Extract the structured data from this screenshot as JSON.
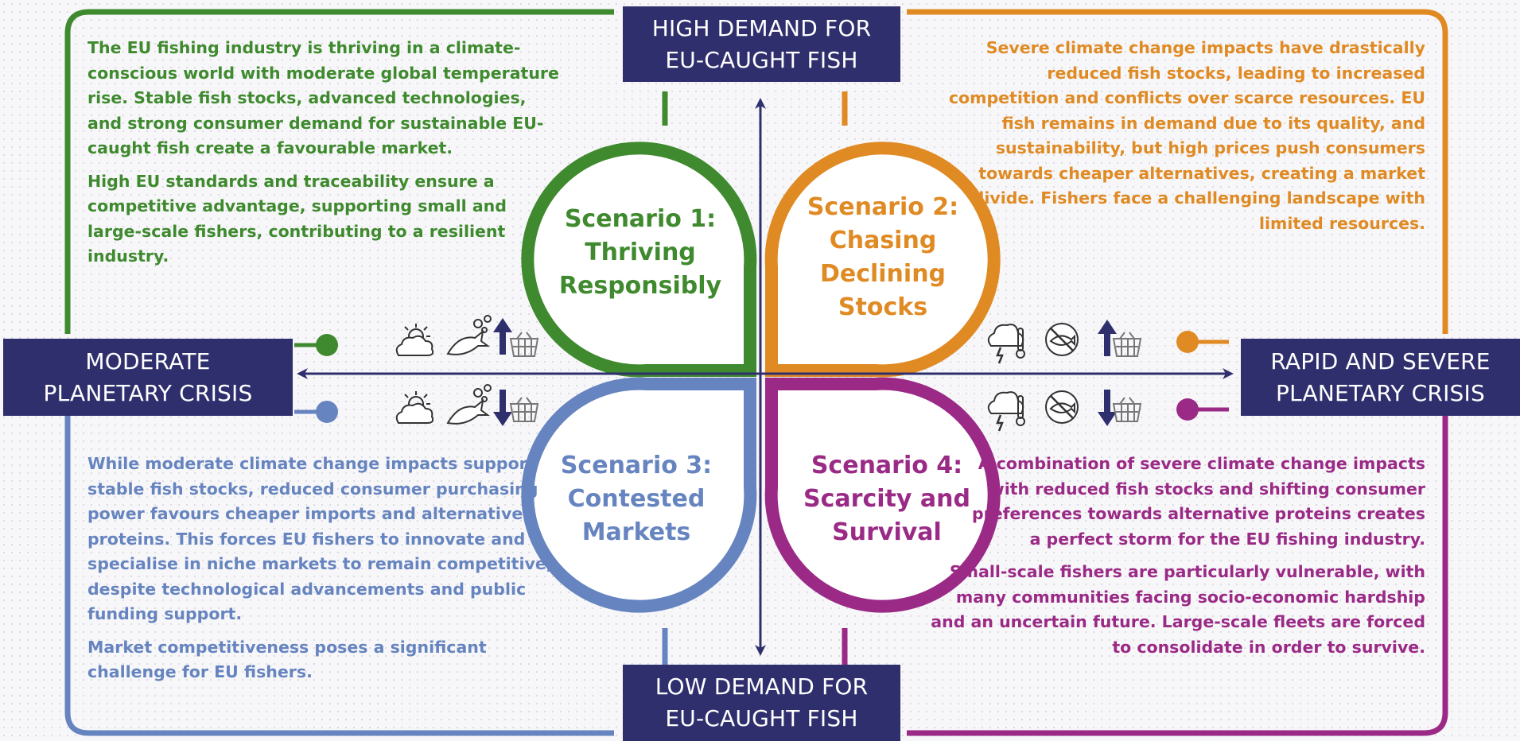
{
  "colors": {
    "green": "#3f8a2e",
    "orange": "#e08a24",
    "blue": "#6684bf",
    "purple": "#9a2a86",
    "navy": "#2f2f6e"
  },
  "axes": {
    "top": [
      "HIGH DEMAND FOR",
      "EU-CAUGHT FISH"
    ],
    "bottom": [
      "LOW DEMAND FOR",
      "EU-CAUGHT FISH"
    ],
    "left": [
      "MODERATE",
      "PLANETARY CRISIS"
    ],
    "right": [
      "RAPID AND SEVERE",
      "PLANETARY CRISIS"
    ]
  },
  "scenarios": [
    {
      "title": [
        "Scenario 1:",
        "Thriving",
        "Responsibly"
      ],
      "color": "green",
      "paragraphs": [
        "The EU fishing industry is thriving in a climate-conscious world with moderate global temperature rise. Stable fish stocks, advanced technologies, and strong consumer demand for sustainable EU-caught fish create a favourable market.",
        "High EU standards and traceability ensure a competitive advantage, supporting small and large-scale fishers, contributing to a resilient industry."
      ],
      "icons": [
        "sun-cloud-icon",
        "healthy-fish-icon",
        "arrow-up-icon",
        "basket-icon"
      ]
    },
    {
      "title": [
        "Scenario 2:",
        "Chasing",
        "Declining",
        "Stocks"
      ],
      "color": "orange",
      "paragraphs": [
        "Severe climate change impacts have drastically reduced fish stocks, leading to increased competition and conflicts over scarce resources. EU fish remains in demand due to its quality, and sustainability, but high prices push consumers towards cheaper alternatives, creating a market divide. Fishers face a challenging landscape with limited resources."
      ],
      "icons": [
        "storm-thermometer-icon",
        "no-fish-icon",
        "arrow-up-icon",
        "basket-icon"
      ]
    },
    {
      "title": [
        "Scenario 3:",
        "Contested",
        "Markets"
      ],
      "color": "blue",
      "paragraphs": [
        "While moderate climate change impacts support stable fish stocks, reduced consumer purchasing power favours cheaper imports and alternative proteins. This forces EU fishers to innovate and specialise in niche markets to remain competitive, despite technological advancements and public funding support.",
        "Market competitiveness poses a significant challenge for EU fishers."
      ],
      "icons": [
        "sun-cloud-icon",
        "healthy-fish-icon",
        "arrow-down-icon",
        "basket-icon"
      ]
    },
    {
      "title": [
        "Scenario 4:",
        "Scarcity and",
        "Survival"
      ],
      "color": "purple",
      "paragraphs": [
        "A combination of severe climate change impacts with reduced fish stocks and shifting consumer preferences towards alternative proteins creates a perfect storm for the EU fishing industry.",
        "Small-scale fishers are particularly vulnerable, with many communities facing socio-economic hardship and an uncertain future. Large-scale fleets are forced to consolidate in order to survive."
      ],
      "icons": [
        "storm-thermometer-icon",
        "no-fish-icon",
        "arrow-down-icon",
        "basket-icon"
      ]
    }
  ]
}
